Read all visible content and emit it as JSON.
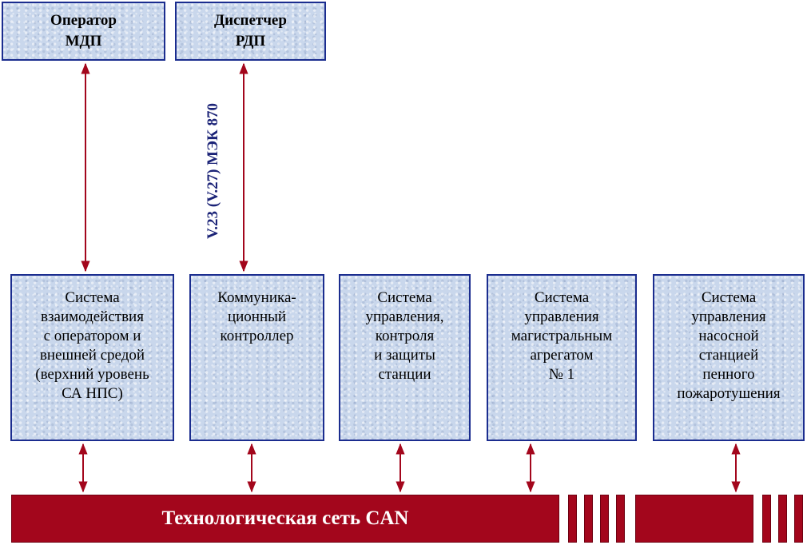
{
  "boxes": {
    "operator": "Оператор\nМДП",
    "dispatcher": "Диспетчер\nРДП",
    "sys1": "Система\nвзаимодействия\nс оператором и\nвнешней средой\n(верхний уровень\nСА НПС)",
    "sys2": "Коммуника-\nционный\nконтроллер",
    "sys3": "Система\nуправления,\nконтроля\nи защиты\nстанции",
    "sys4": "Система\nуправления\nмагистральным\nагрегатом\n№ 1",
    "sys5": "Система\nуправления\nнасосной\nстанцией\nпенного\nпожаротушения"
  },
  "protocol_label": "V.23 (V.27) МЭК 870",
  "bus_label": "Технологическая сеть CAN",
  "colors": {
    "box_fill": "#c9d7ec",
    "box_border": "#1b2d8f",
    "bus": "#a3061c",
    "connector": "#a3061c",
    "protocol_text": "#1b2377"
  }
}
